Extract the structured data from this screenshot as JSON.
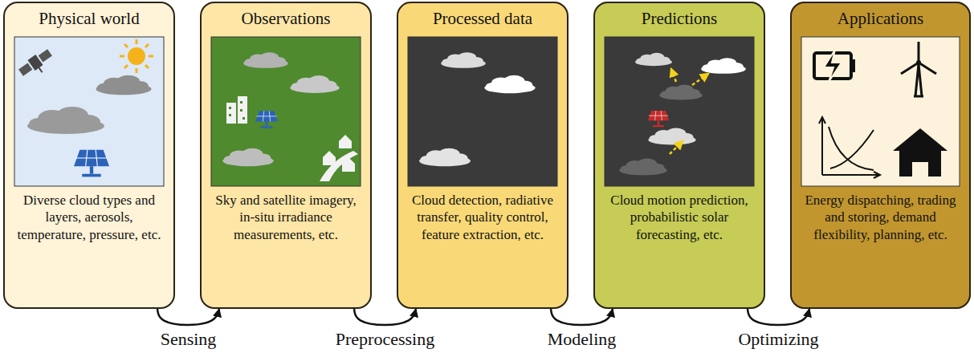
{
  "diagram": {
    "nodes": [
      {
        "text": [
          "Physical world",
          "Diverse cloud types and layers, aerosols, temperature, pressure, etc."
        ]
      },
      {
        "text": [
          "Observations",
          "Sky and satellite imagery, in-situ irradiance measurements, etc."
        ]
      },
      {
        "text": [
          "Processed data",
          "Cloud detection, radiative transfer, quality control, feature extraction, etc."
        ]
      },
      {
        "text": [
          "Predictions",
          "Cloud motion prediction, probabilistic solar forecasting, etc."
        ]
      },
      {
        "text": [
          "Applications",
          "Energy dispatching, trading and storing, demand flexibility, planning, etc."
        ]
      }
    ],
    "edges": [
      {
        "from": 0,
        "to": 1,
        "arrow": "to",
        "label": "Sensing"
      },
      {
        "from": 1,
        "to": 2,
        "arrow": "to",
        "label": "Preprocessing"
      },
      {
        "from": 2,
        "to": 3,
        "arrow": "to",
        "label": "Modeling"
      },
      {
        "from": 3,
        "to": 4,
        "arrow": "to",
        "label": "Optimizing"
      }
    ]
  }
}
